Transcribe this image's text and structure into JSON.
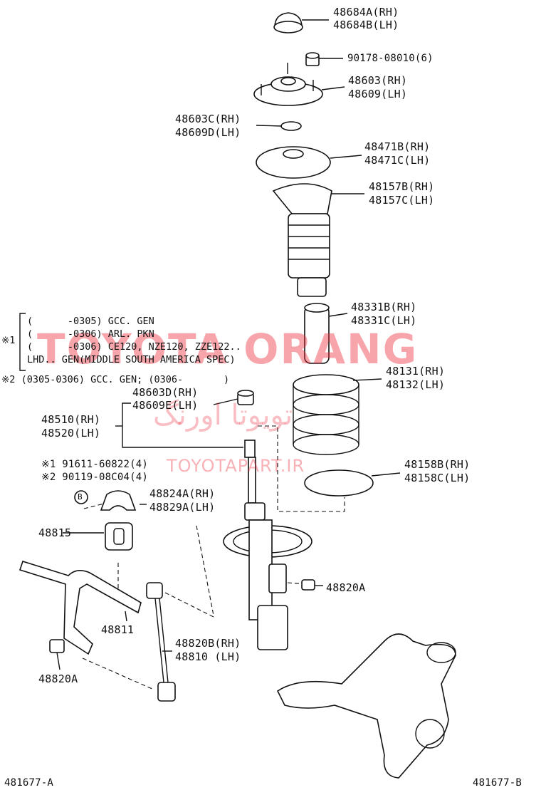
{
  "labels": {
    "p48684": [
      "48684A(RH)",
      "48684B(LH)"
    ],
    "p90178": "90178-08010(6)",
    "p48603": [
      "48603(RH)",
      "48609(LH)"
    ],
    "p48603c": [
      "48603C(RH)",
      "48609D(LH)"
    ],
    "p48471": [
      "48471B(RH)",
      "48471C(LH)"
    ],
    "p48157": [
      "48157B(RH)",
      "48157C(LH)"
    ],
    "p48331": [
      "48331B(RH)",
      "48331C(LH)"
    ],
    "p48131": [
      "48131(RH)",
      "48132(LH)"
    ],
    "p48603d": [
      "48603D(RH)",
      "48609E(LH)"
    ],
    "p48510": [
      "48510(RH)",
      "48520(LH)"
    ],
    "p48158": [
      "48158B(RH)",
      "48158C(LH)"
    ],
    "p48824": [
      "48824A(RH)",
      "48829A(LH)"
    ],
    "p48815": "48815",
    "p48820a_right": "48820A",
    "p48811": "48811",
    "p48820b": [
      "48820B(RH)",
      "48810 (LH)"
    ],
    "p48820a_left": "48820A",
    "bolt1": "※1 91611-60822(4)",
    "bolt2": "※2 90119-08C04(4)",
    "b_marker": "B"
  },
  "notes": {
    "mark1": "※1",
    "line1": "(      -0305) GCC. GEN",
    "line2": "(      -0306) ARL. PKN",
    "line3": "(      -0306) CE120, NZE120, ZZE122..",
    "line4": "LHD.. GEN(MIDDLE SOUTH AMERICA SPEC)",
    "line5": "※2 (0305-0306) GCC. GEN; (0306-       )"
  },
  "watermarks": {
    "main": "TOYOTA ORANG",
    "persian": "تویوتا اورنگ",
    "site": "TOYOTAPART.IR"
  },
  "codes": {
    "left": "481677-A",
    "right": "481677-B"
  },
  "colors": {
    "line": "#111111",
    "watermark": "#eb2837"
  }
}
